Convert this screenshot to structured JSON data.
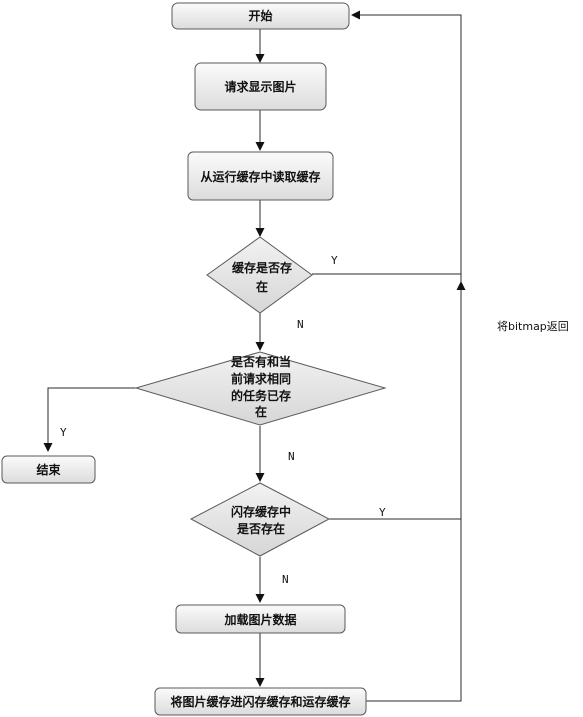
{
  "nodes": {
    "start": "开始",
    "request": "请求显示图片",
    "read_cache": "从运行缓存中读取缓存",
    "cache_exists": [
      "缓存是否存",
      "在"
    ],
    "same_task": [
      "是否有和当",
      "前请求相同",
      "的任务已存",
      "在"
    ],
    "end": "结束",
    "flash_cache": [
      "闪存缓存中",
      "是否存在"
    ],
    "load": "加载图片数据",
    "save": "将图片缓存进闪存缓存和运存缓存"
  },
  "edges": {
    "cache_exists_yes": "Y",
    "cache_exists_no": "N",
    "same_task_yes": "Y",
    "same_task_no": "N",
    "flash_yes": "Y",
    "flash_no": "N"
  },
  "side_label": "将bitmap返回"
}
